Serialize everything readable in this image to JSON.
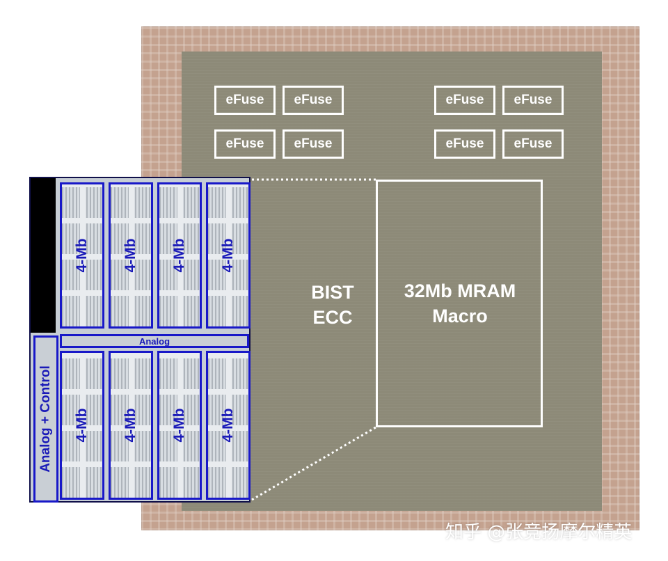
{
  "efuse_label": "eFuse",
  "efuses_left": [
    "eFuse",
    "eFuse",
    "eFuse",
    "eFuse"
  ],
  "efuses_right": [
    "eFuse",
    "eFuse",
    "eFuse",
    "eFuse"
  ],
  "bist_ecc": {
    "line1": "BIST",
    "line2": "ECC"
  },
  "mram": {
    "line1": "32Mb MRAM",
    "line2": "Macro"
  },
  "zoom": {
    "top_banks": [
      "4-Mb",
      "4-Mb",
      "4-Mb",
      "4-Mb"
    ],
    "bottom_banks": [
      "4-Mb",
      "4-Mb",
      "4-Mb",
      "4-Mb"
    ],
    "analog_label": "Analog",
    "analog_control_label": "Analog + Control"
  },
  "watermark": "知乎 @张竞扬摩尔精英",
  "colors": {
    "bank_border": "#1818c8",
    "label_blue": "#1a1ab8",
    "overlay": "#ffffff"
  }
}
